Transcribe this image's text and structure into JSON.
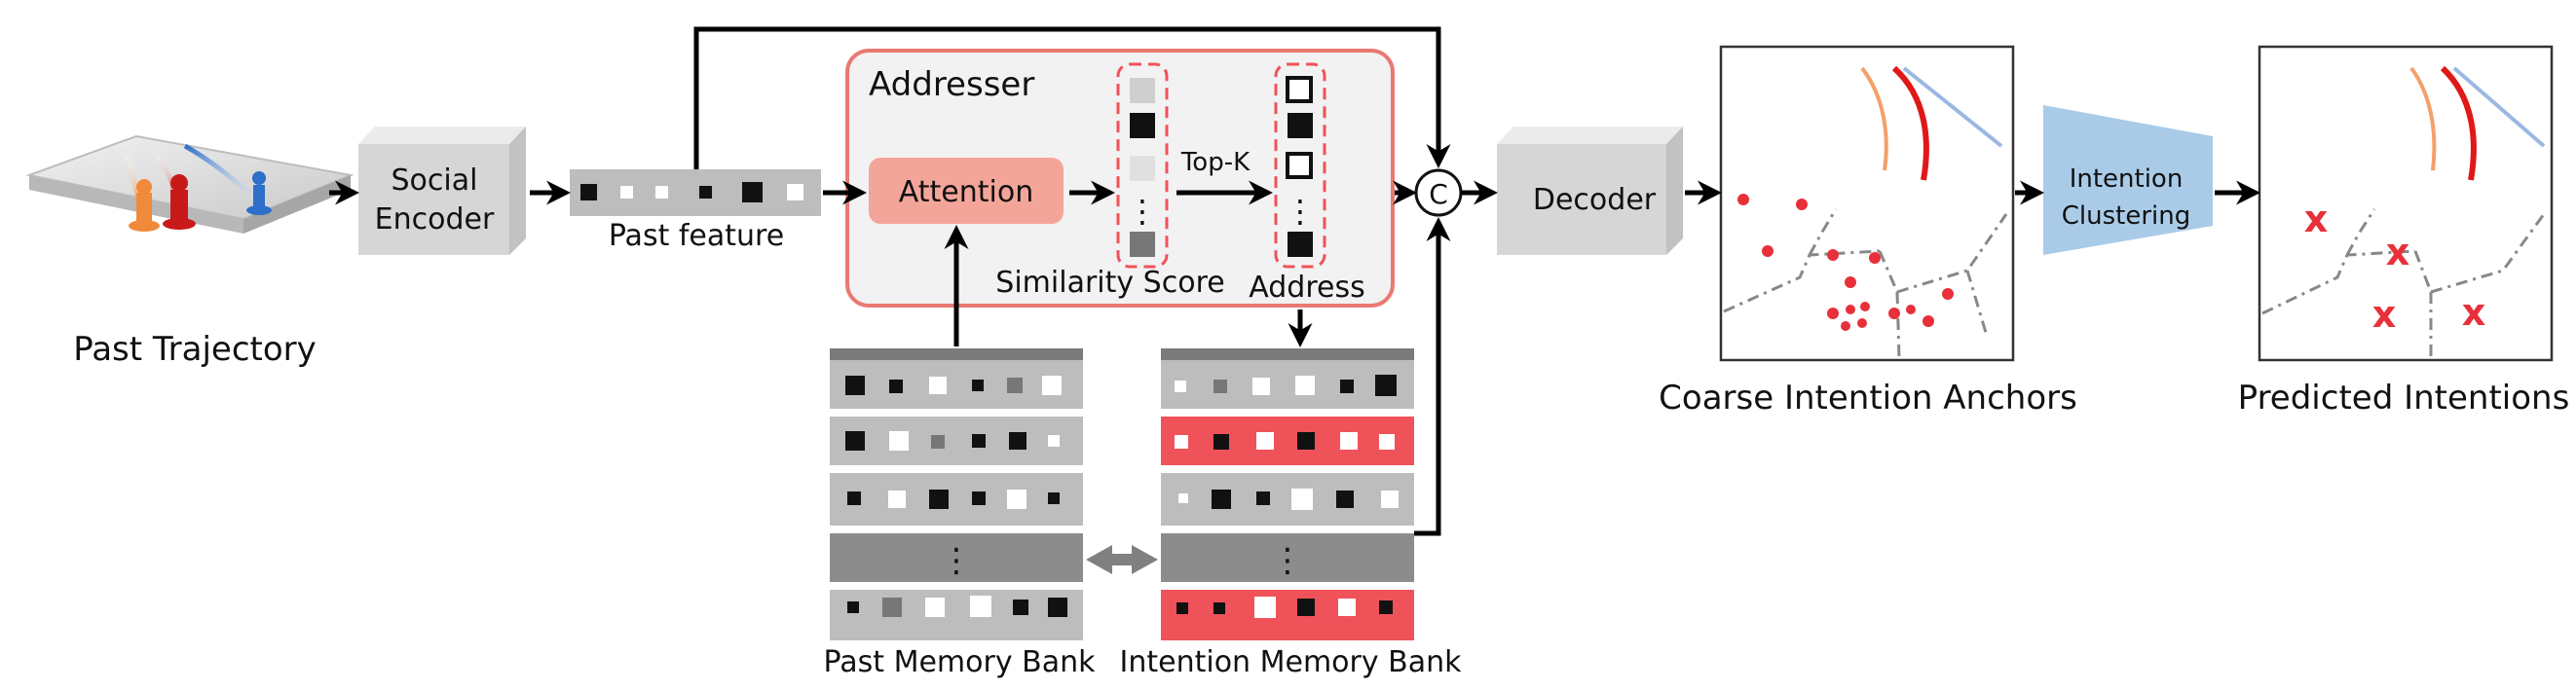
{
  "labels": {
    "past_trajectory": "Past Trajectory",
    "social_encoder_line1": "Social",
    "social_encoder_line2": "Encoder",
    "past_feature": "Past feature",
    "addresser": "Addresser",
    "attention": "Attention",
    "top_k": "Top-K",
    "similarity_score": "Similarity Score",
    "address": "Address",
    "concat_symbol": "C",
    "decoder": "Decoder",
    "past_memory_bank": "Past Memory Bank",
    "intention_memory_bank": "Intention Memory Bank",
    "coarse_intention_anchors": "Coarse Intention Anchors",
    "intention_clustering_line1": "Intention",
    "intention_clustering_line2": "Clustering",
    "predicted_intentions": "Predicted Intentions",
    "vertical_ellipsis": "⋮",
    "x_mark": "x"
  },
  "colors": {
    "memory_highlight": "#f0525a",
    "attention_fill": "#f4a59a",
    "addresser_border": "#e87a72",
    "addresser_fill": "#f2f2f2",
    "clustering_fill": "#a9cbe8",
    "encoder_gray": "#d6d6d6",
    "bank_gray": "#bdbdbd",
    "bank_dark_gray": "#8c8c8c",
    "anchor_red": "#e8303a"
  },
  "icons": [
    "pedestrian-scene-icon",
    "double-arrow-icon",
    "concat-icon"
  ]
}
